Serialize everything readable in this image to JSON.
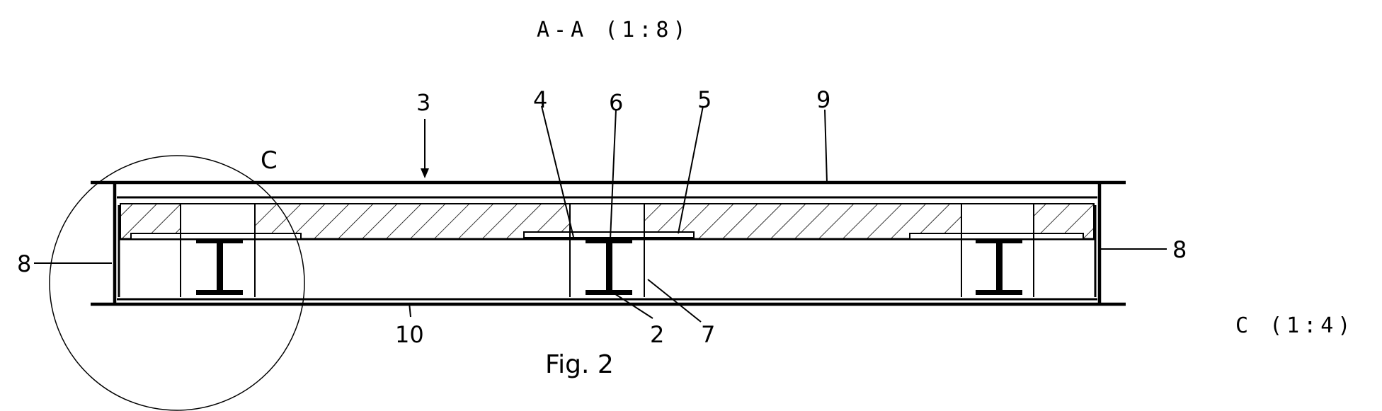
{
  "section_title": "A-A (1:8)",
  "detail_title": "C (1:4)",
  "figure_caption": "Fig. 2",
  "detail_marker": "C",
  "reference_numerals": {
    "n2": "2",
    "n3": "3",
    "n4": "4",
    "n5": "5",
    "n6": "6",
    "n7": "7",
    "n8_left": "8",
    "n8_right": "8",
    "n9": "9",
    "n10": "10"
  }
}
